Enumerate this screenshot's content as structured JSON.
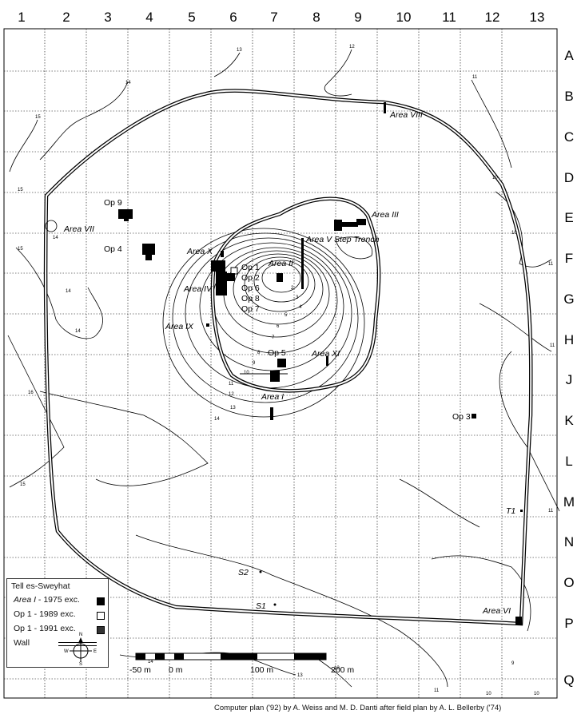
{
  "columns": [
    "1",
    "2",
    "3",
    "4",
    "5",
    "6",
    "7",
    "8",
    "9",
    "10",
    "11",
    "12",
    "13"
  ],
  "rows": [
    "A",
    "B",
    "C",
    "D",
    "E",
    "F",
    "G",
    "H",
    "J",
    "K",
    "L",
    "M",
    "N",
    "O",
    "P",
    "Q"
  ],
  "contour_labels": [
    "13",
    "12",
    "14",
    "11",
    "15",
    "10",
    "15",
    "14",
    "10",
    "15",
    "11",
    "14",
    "14",
    "11",
    "16",
    "14",
    "15",
    "14",
    "13",
    "12",
    "11",
    "10",
    "10",
    "9",
    "11",
    "1",
    "2",
    "3",
    "4",
    "5",
    "6",
    "7",
    "8",
    "9",
    "10",
    "11",
    "12",
    "13"
  ],
  "areas": {
    "viii": "Area VIII",
    "iii": "Area III",
    "vii": "Area VII",
    "v": "Area V Step Trench",
    "x": "Area X",
    "ii": "Area II",
    "iv": "Area IV",
    "ix": "Area  IX",
    "xi": "Area XI",
    "i": "Area I",
    "vi": "Area VI"
  },
  "ops": {
    "op9": "Op 9",
    "op4": "Op 4",
    "op1": "Op 1",
    "op2": "Op 2",
    "op6": "Op 6",
    "op8": "Op 8",
    "op7": "Op 7",
    "op5": "Op 5",
    "op3": "Op 3"
  },
  "points": {
    "t1": "T1",
    "s1": "S1",
    "s2": "S2"
  },
  "legend": {
    "title": "Tell es-Sweyhat",
    "area_prefix": "Area I",
    "area_suffix": " - 1975 exc.",
    "op1989": "Op 1 - 1989 exc.",
    "op1991": "Op 1 - 1991 exc.",
    "wall": "Wall"
  },
  "compass": {
    "n": "N",
    "s": "S",
    "e": "E",
    "w": "W"
  },
  "scale": {
    "l1": "-50 m",
    "l2": "0 m",
    "l3": "100 m",
    "l4": "200 m"
  },
  "credit": "Computer plan ('92) by A. Weiss and M. D. Danti after field plan by A. L. Bellerby ('74)"
}
